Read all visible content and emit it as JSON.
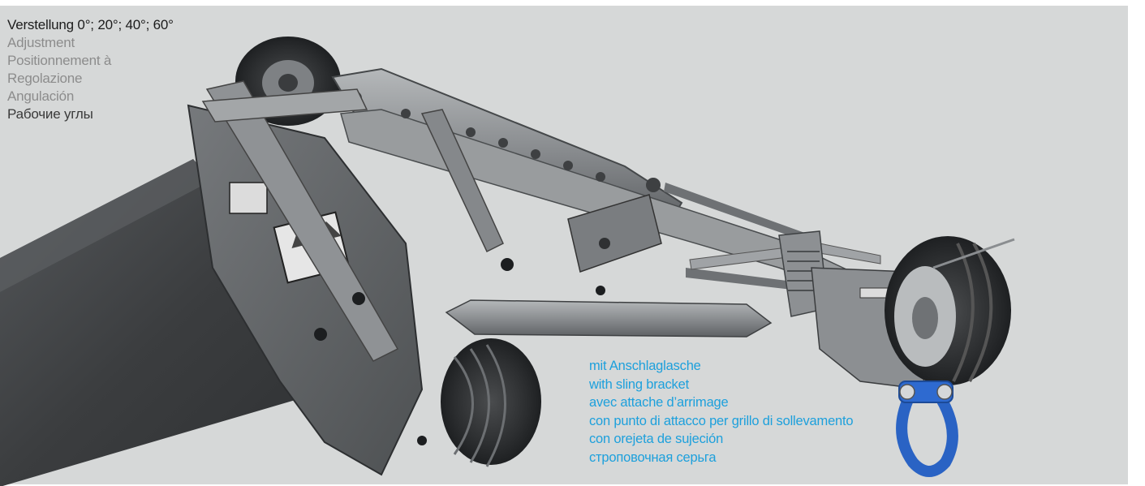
{
  "colors": {
    "background": "#d6d8d8",
    "frame_margin": "#ffffff",
    "metal_dark": "#3e4042",
    "metal_mid": "#6a6d70",
    "metal_light": "#a6a9ab",
    "shackle": "#2a63c4",
    "caption_primary": "#1c1c1c",
    "caption_secondary": "#8c8c8c",
    "caption_accent": "#1da0dc"
  },
  "caption_adjustment": {
    "line_de": "Verstellung 0°; 20°; 40°; 60°",
    "line_en": "Adjustment",
    "line_fr": "Positionnement à",
    "line_it": "Regolazione",
    "line_es": "Angulación",
    "line_ru": "Рабочие углы"
  },
  "caption_sling": {
    "line_de": "mit Anschlaglasche",
    "line_en": "with sling bracket",
    "line_fr": "avec attache d’arrimage",
    "line_it": "con punto di attacco per grillo di sollevamento",
    "line_es": "con orejeta de sujeción",
    "line_ru": "строповочная серьга"
  },
  "objects": {
    "tube": "main-tube",
    "wheel_top": "top-wheel",
    "wheel_bottom": "bottom-wheel",
    "wheel_right": "right-wheel",
    "shackle": "lifting-shackle",
    "arm": "linkage-arm"
  }
}
